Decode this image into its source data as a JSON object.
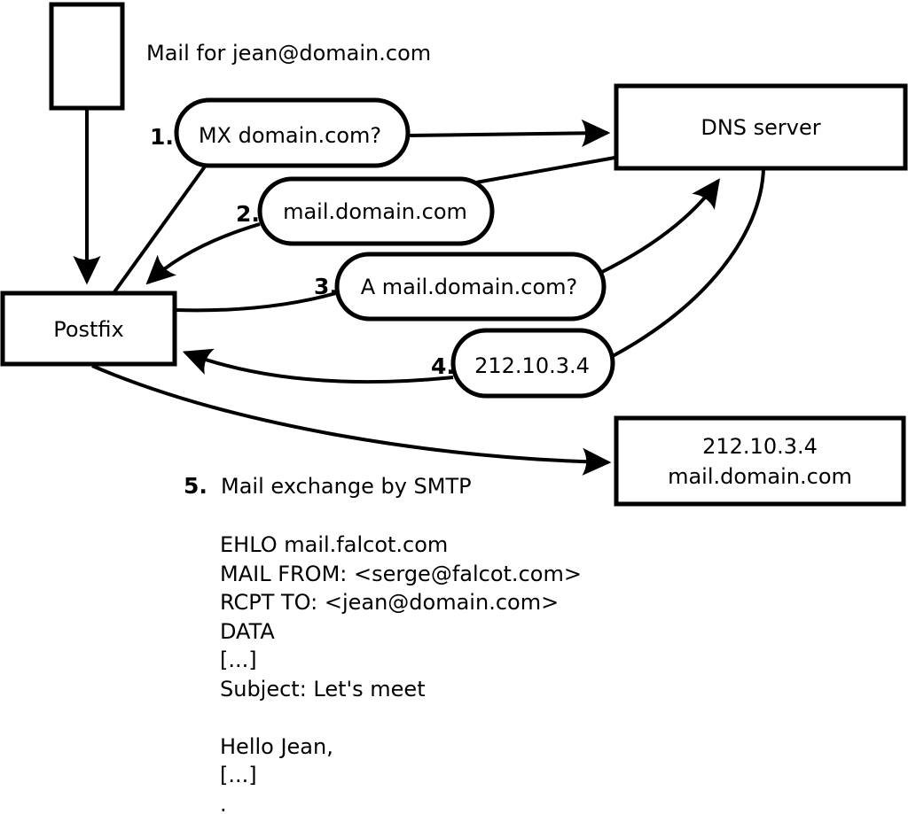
{
  "diagram": {
    "title": "Mail for jean@domain.com",
    "nodes": {
      "postfix": {
        "label": "Postfix"
      },
      "dns_server": {
        "label": "DNS server"
      },
      "destination": {
        "line1": "212.10.3.4",
        "line2": "mail.domain.com"
      }
    },
    "steps": [
      {
        "num": "1.",
        "label": "MX domain.com?"
      },
      {
        "num": "2.",
        "label": "mail.domain.com"
      },
      {
        "num": "3.",
        "label": "A mail.domain.com?"
      },
      {
        "num": "4.",
        "label": "212.10.3.4"
      },
      {
        "num": "5.",
        "label": "Mail exchange by SMTP"
      }
    ],
    "smtp_session": [
      "EHLO mail.falcot.com",
      "MAIL FROM: <serge@falcot.com>",
      "RCPT TO: <jean@domain.com>",
      "DATA",
      "[...]",
      "Subject: Let's meet",
      "",
      "Hello Jean,",
      "[...]",
      "."
    ],
    "colors": {
      "stroke": "#000000",
      "fill": "#ffffff"
    }
  }
}
